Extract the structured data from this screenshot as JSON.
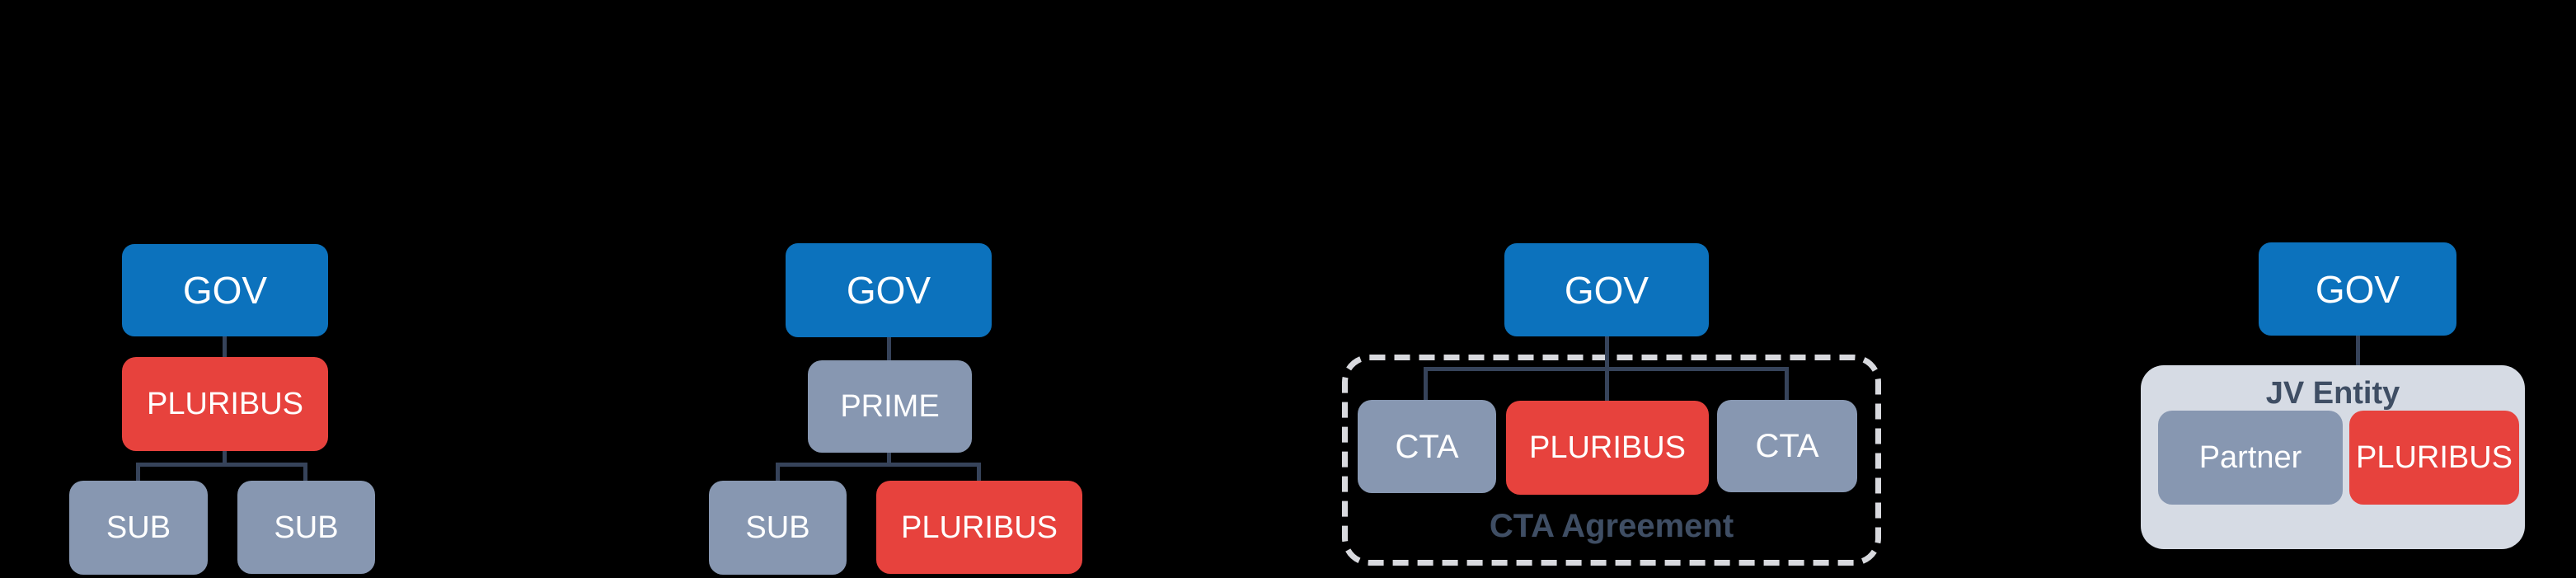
{
  "background": "#000000",
  "colors": {
    "background": "#000000",
    "gov_blue": "#0C72BD",
    "pluribus_red": "#E7423D",
    "member_gray": "#8797B1",
    "jv_container_fill": "#D6DBE4",
    "connector_navy": "#36435A",
    "dark_label_text": "#3F4E64",
    "dashed_border_gray": "#D8D9DE",
    "node_text_white": "#FFFFFF"
  },
  "diagrams": [
    {
      "name": "prime-contract-structure",
      "nodes": {
        "gov": "GOV",
        "pluribus": "PLURIBUS",
        "sub_left": "SUB",
        "sub_right": "SUB"
      }
    },
    {
      "name": "subcontractor-structure",
      "nodes": {
        "gov": "GOV",
        "prime": "PRIME",
        "sub": "SUB",
        "pluribus": "PLURIBUS"
      }
    },
    {
      "name": "cta-structure",
      "container_label": "CTA Agreement",
      "nodes": {
        "gov": "GOV",
        "cta_left": "CTA",
        "pluribus": "PLURIBUS",
        "cta_right": "CTA"
      }
    },
    {
      "name": "jv-structure",
      "container_label": "JV Entity",
      "nodes": {
        "gov": "GOV",
        "partner": "Partner",
        "pluribus": "PLURIBUS"
      }
    }
  ]
}
